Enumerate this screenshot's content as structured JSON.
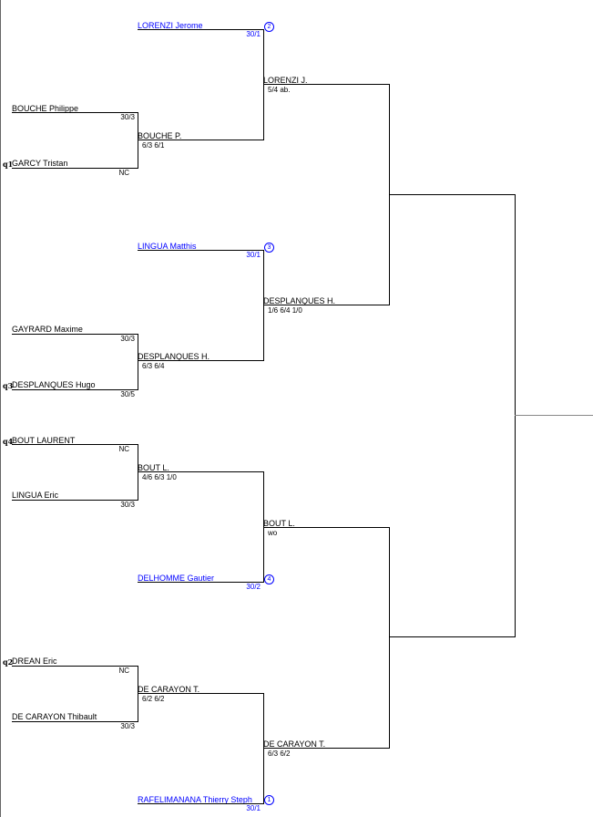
{
  "round1": {
    "bouche": {
      "name": "BOUCHE Philippe",
      "rank": "30/3"
    },
    "garcy": {
      "qualifier": "q1",
      "name": "GARCY Tristan",
      "rank": "NC"
    },
    "gayrard": {
      "name": "GAYRARD Maxime",
      "rank": "30/3"
    },
    "desplanques": {
      "qualifier": "q3",
      "name": "DESPLANQUES Hugo",
      "rank": "30/5"
    },
    "bout": {
      "qualifier": "q4",
      "name": "BOUT LAURENT",
      "rank": "NC"
    },
    "lingua_e": {
      "name": "LINGUA Eric",
      "rank": "30/3"
    },
    "drean": {
      "qualifier": "q2",
      "name": "DREAN Eric",
      "rank": "NC"
    },
    "decarayon": {
      "name": "DE CARAYON Thibault",
      "rank": "30/3"
    }
  },
  "seeded": {
    "lorenzi": {
      "name": "LORENZI Jerome",
      "rank": "30/1",
      "seed": "2"
    },
    "lingua_m": {
      "name": "LINGUA Matthis",
      "rank": "30/1",
      "seed": "3"
    },
    "delhomme": {
      "name": "DELHOMME Gautier",
      "rank": "30/2",
      "seed": "4"
    },
    "rafelimanana": {
      "name": "RAFELIMANANA Thierry Steph",
      "rank": "30/1",
      "seed": "1"
    }
  },
  "round2": {
    "m1": {
      "winner": "BOUCHE P.",
      "score": "6/3 6/1"
    },
    "m2": {
      "winner": "DESPLANQUES H.",
      "score": "6/3 6/4"
    },
    "m3": {
      "winner": "BOUT L.",
      "score": "4/6 6/3 1/0"
    },
    "m4": {
      "winner": "DE CARAYON T.",
      "score": "6/2 6/2"
    }
  },
  "round3": {
    "m1": {
      "winner": "LORENZI J.",
      "score": "5/4 ab."
    },
    "m2": {
      "winner": "DESPLANQUES H.",
      "score": "1/6 6/4 1/0"
    },
    "m3": {
      "winner": "BOUT L.",
      "score": "wo"
    },
    "m4": {
      "winner": "DE CARAYON T.",
      "score": "6/3 6/2"
    }
  }
}
